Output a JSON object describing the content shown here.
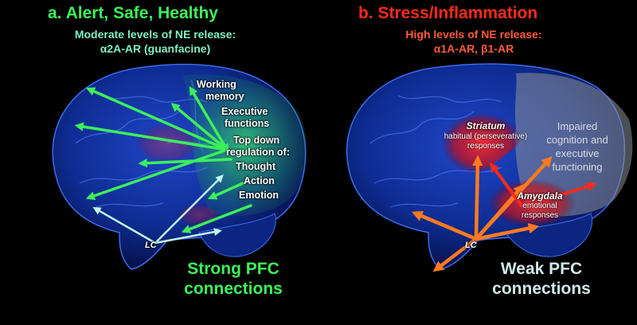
{
  "panel_a": {
    "title": "a. Alert, Safe, Healthy",
    "subtitle_1": "Moderate levels of NE release:",
    "subtitle_2": "α2A-AR (guanfacine)",
    "labels": {
      "working_memory_1": "Working",
      "working_memory_2": "memory",
      "executive_1": "Executive",
      "executive_2": "functions",
      "top_down_1": "Top down",
      "top_down_2": "regulation of:",
      "thought": "Thought",
      "action": "Action",
      "emotion": "Emotion",
      "lc": "LC"
    },
    "footer_1": "Strong PFC",
    "footer_2": "connections"
  },
  "panel_b": {
    "title": "b. Stress/Inflammation",
    "subtitle_1": "High levels of NE release:",
    "subtitle_2": "α1A-AR, β1-AR",
    "labels": {
      "striatum": "Striatum",
      "striatum_desc_1": "habitual (perseverative)",
      "striatum_desc_2": "responses",
      "impaired_1": "Impaired",
      "impaired_2": "cognition and",
      "impaired_3": "executive",
      "impaired_4": "functioning",
      "amygdala": "Amygdala",
      "amygdala_desc_1": "emotional",
      "amygdala_desc_2": "responses",
      "lc": "LC"
    },
    "footer_1": "Weak PFC",
    "footer_2": "connections"
  },
  "colors": {
    "green_title": "#3df25a",
    "green_sub": "#7ff0c0",
    "red_title": "#ff2a1a",
    "red_sub": "#ff5a3a",
    "green_arrow": "#3bf05a",
    "cyan_arrow": "#bff6f0",
    "orange_arrow": "#ff7a20",
    "red_arrow": "#ff2a1a",
    "weak_text": "#cfe9e6",
    "brain_blue": "#0d2a8a"
  }
}
